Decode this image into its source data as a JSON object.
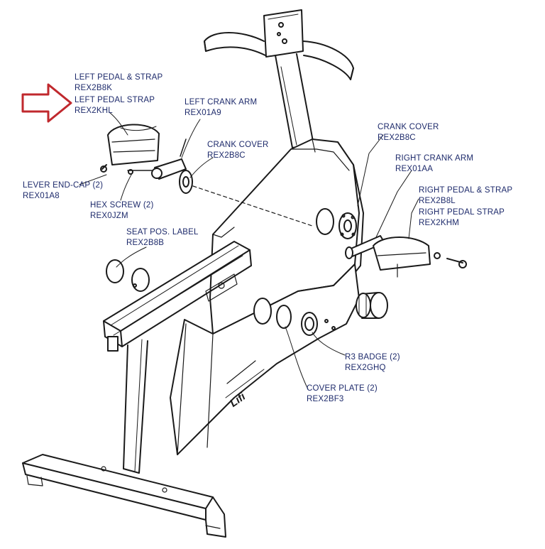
{
  "diagram": {
    "callouts": [
      {
        "id": "left-pedal-strap-set",
        "name": "LEFT PEDAL & STRAP",
        "code": "REX2B8K"
      },
      {
        "id": "left-pedal-strap",
        "name": "LEFT PEDAL STRAP",
        "code": "REX2KHL"
      },
      {
        "id": "left-crank-arm",
        "name": "LEFT CRANK ARM",
        "code": "REX01A9"
      },
      {
        "id": "crank-cover-left",
        "name": "CRANK COVER",
        "code": "REX2B8C"
      },
      {
        "id": "lever-end-cap",
        "name": "LEVER END-CAP (2)",
        "code": "REX01A8"
      },
      {
        "id": "hex-screw",
        "name": "HEX SCREW (2)",
        "code": "REX0JZM"
      },
      {
        "id": "seat-pos-label",
        "name": "SEAT POS. LABEL",
        "code": "REX2B8B"
      },
      {
        "id": "crank-cover-right",
        "name": "CRANK COVER",
        "code": "REX2B8C"
      },
      {
        "id": "right-crank-arm",
        "name": "RIGHT CRANK ARM",
        "code": "REX01AA"
      },
      {
        "id": "right-pedal-strap-set",
        "name": "RIGHT PEDAL & STRAP",
        "code": "REX2B8L"
      },
      {
        "id": "right-pedal-strap",
        "name": "RIGHT PEDAL STRAP",
        "code": "REX2KHM"
      },
      {
        "id": "r3-badge",
        "name": "R3 BADGE (2)",
        "code": "REX2GHQ"
      },
      {
        "id": "cover-plate",
        "name": "COVER PLATE (2)",
        "code": "REX2BF3"
      }
    ],
    "colors": {
      "label_text": "#1d2a6b",
      "line_art": "#1a1a1a",
      "arrow": "#c0282d"
    },
    "arrow_icon": "red-outline-right-arrow"
  }
}
